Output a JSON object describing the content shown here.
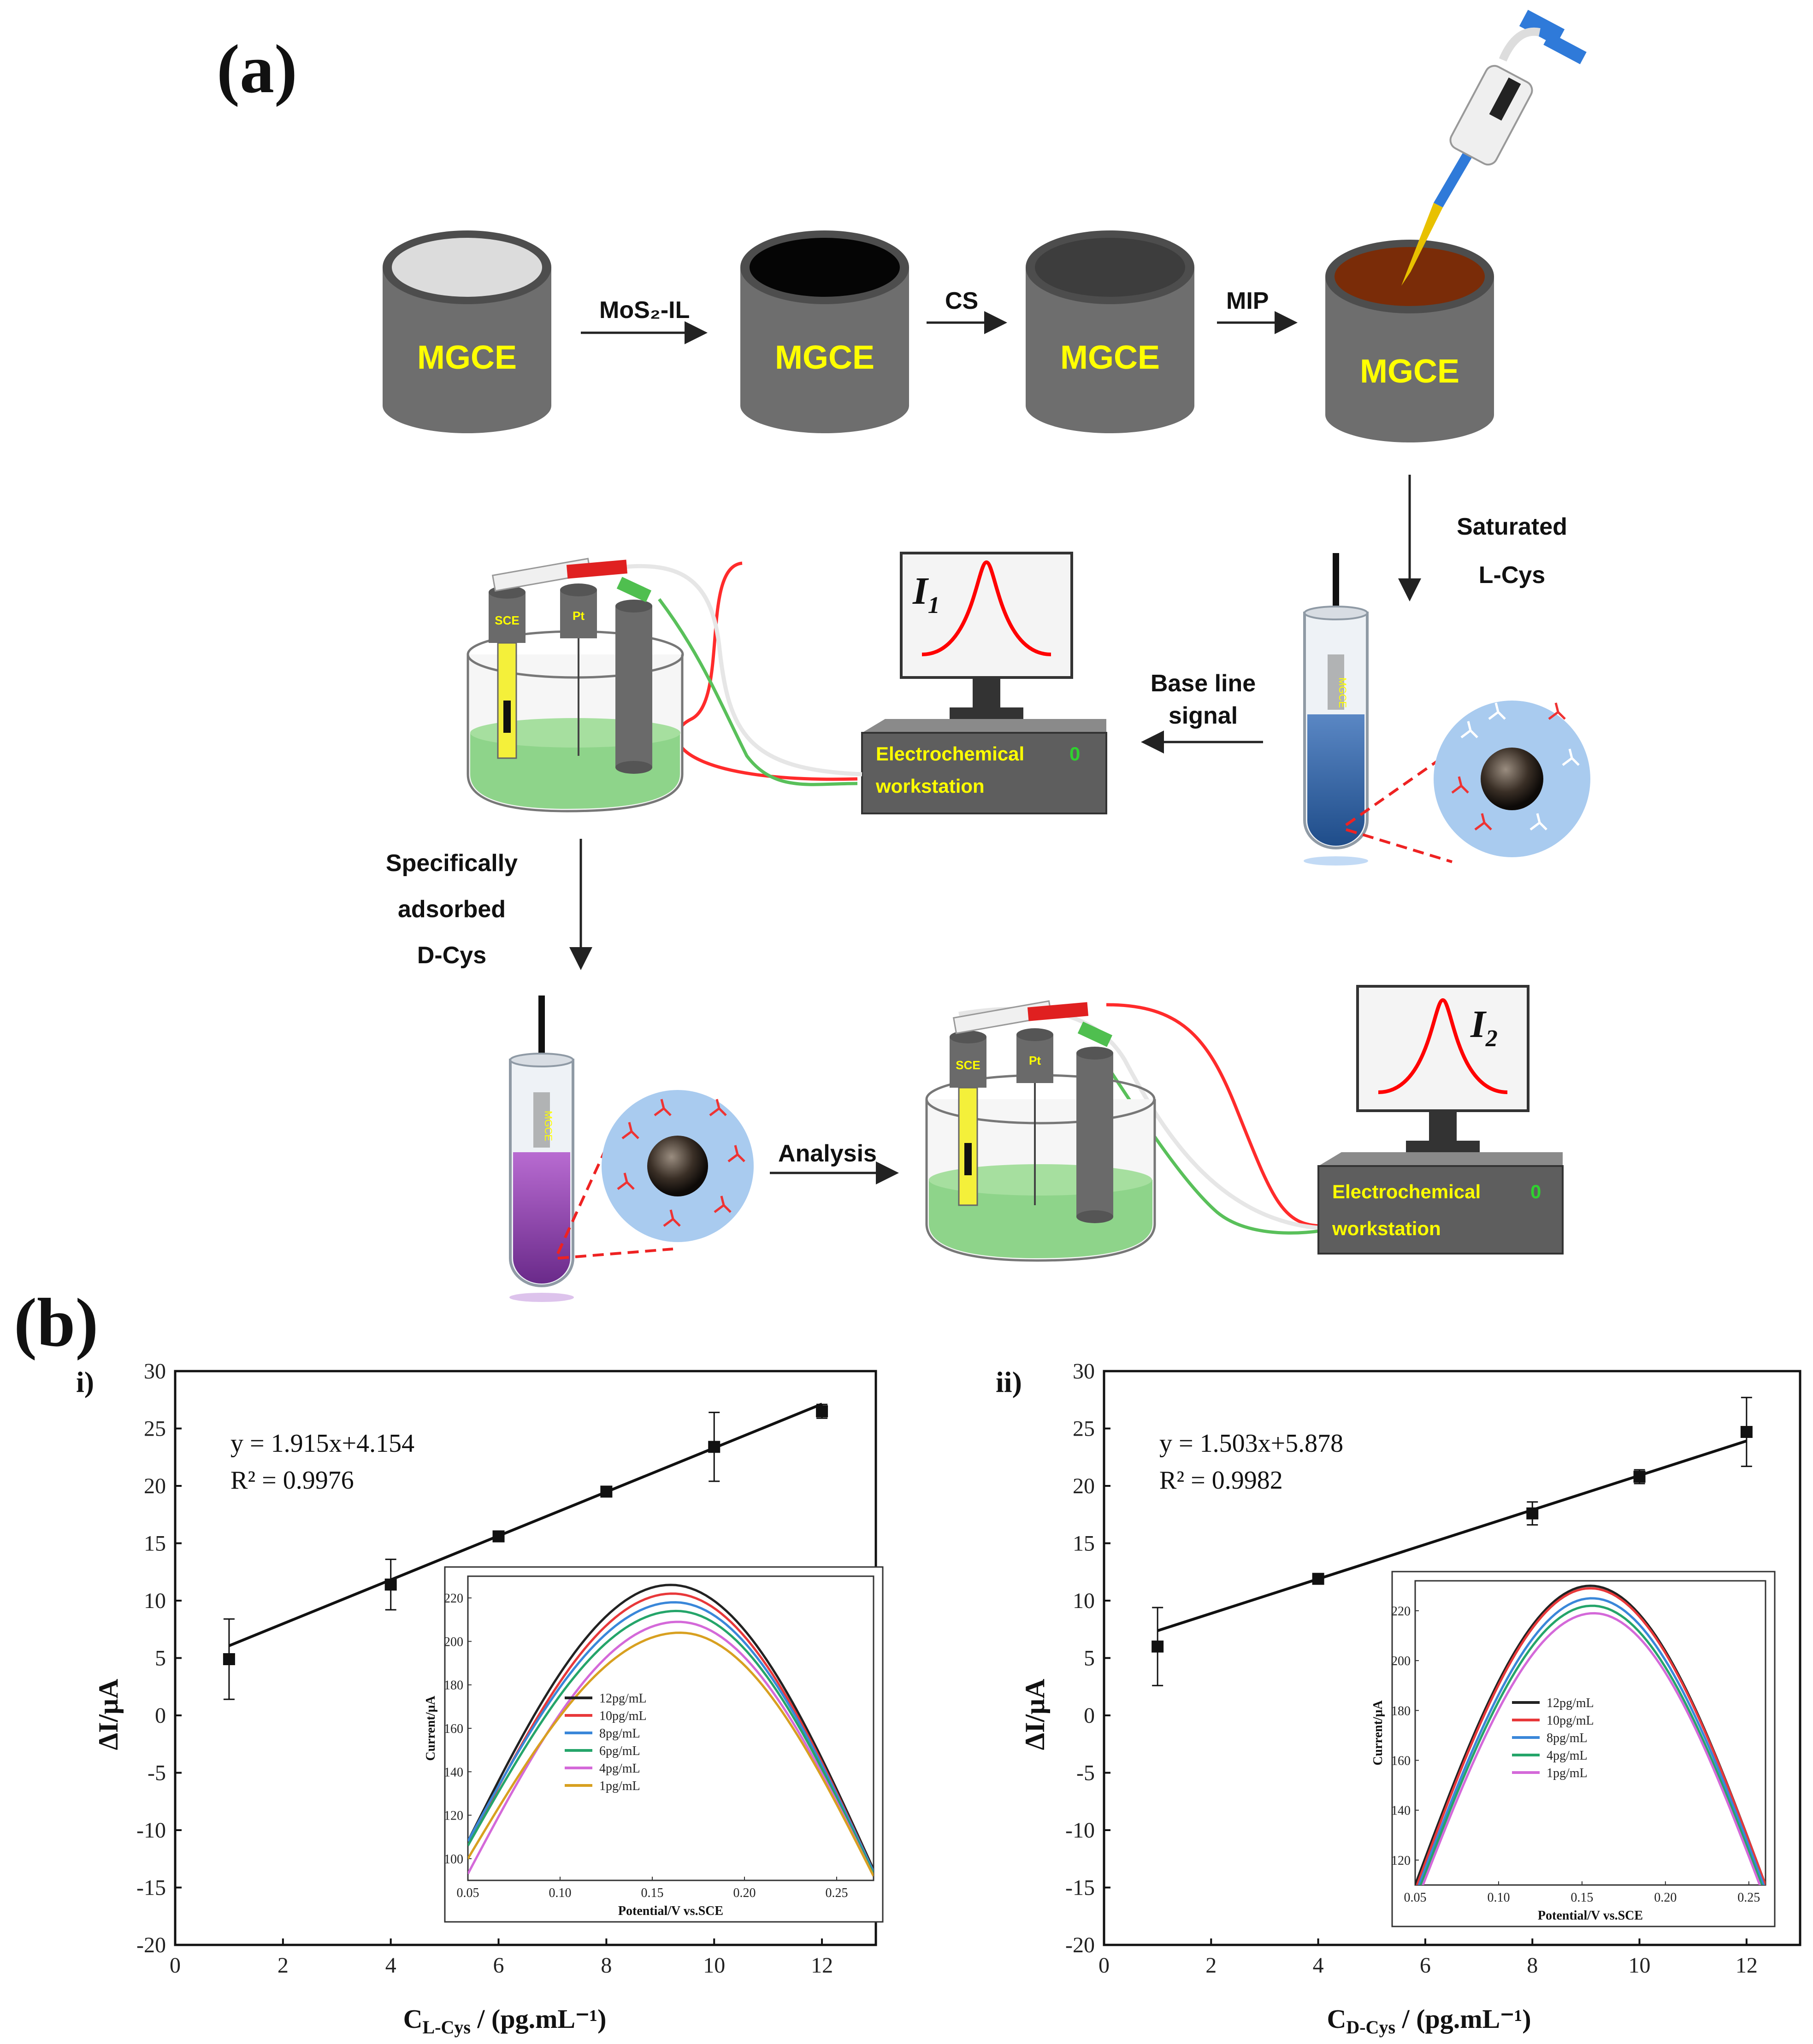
{
  "panel_a": {
    "label": "(a)",
    "electrode_label": "MGCE",
    "steps": [
      "MoS₂-IL",
      "CS",
      "MIP"
    ],
    "saturated": [
      "Saturated",
      "L-Cys"
    ],
    "baseline": [
      "Base line",
      "signal"
    ],
    "specific": [
      "Specifically",
      "adsorbed",
      "D-Cys"
    ],
    "analysis": "Analysis",
    "workstation": [
      "Electrochemical",
      "workstation"
    ],
    "workstation_indicator": "0",
    "signal_1": "I",
    "signal_1_sub": "1",
    "signal_2": "I",
    "signal_2_sub": "2",
    "cell_labels": [
      "SCE",
      "Pt",
      "MGCE"
    ],
    "colors": {
      "electrode_text": "#ffff00",
      "peak": "#ff0000",
      "liquid_green": "#8ed48a",
      "electrode_body": "#6e6e6e"
    }
  },
  "panel_b": {
    "label": "(b)",
    "left_tag": "i)",
    "right_tag": "ii)",
    "left_equation": "y = 1.915x+4.154",
    "left_r2": "R² = 0.9976",
    "right_equation": "y = 1.503x+5.878",
    "right_r2": "R² = 0.9982",
    "ylabel": "ΔI/μA",
    "left_xlabel": "C",
    "left_xlabel_sub": "L-Cys",
    "left_xlabel_unit": " / (pg.mL⁻¹)",
    "right_xlabel": "C",
    "right_xlabel_sub": "D-Cys",
    "right_xlabel_unit": " / (pg.mL⁻¹)",
    "inset_ylabel": "Current/μA",
    "inset_xlabel": "Potential/V vs.SCE"
  },
  "chart_data": [
    {
      "type": "scatter",
      "title": "i)",
      "xlabel": "C L-Cys / (pg.mL-1)",
      "ylabel": "ΔI/μA",
      "xlim": [
        0,
        13
      ],
      "ylim": [
        -20,
        30
      ],
      "xticks": [
        0,
        2,
        4,
        6,
        8,
        10,
        12
      ],
      "yticks": [
        -20,
        -15,
        -10,
        -5,
        0,
        5,
        10,
        15,
        20,
        25,
        30
      ],
      "x": [
        1,
        4,
        6,
        8,
        10,
        12
      ],
      "y": [
        4.9,
        11.4,
        15.6,
        19.5,
        23.4,
        26.5
      ],
      "error": [
        3.5,
        2.2,
        0.4,
        0.3,
        3.0,
        0.6
      ],
      "fit": {
        "slope": 1.915,
        "intercept": 4.154,
        "equation": "y = 1.915x+4.154",
        "r2": "R² = 0.9976"
      }
    },
    {
      "type": "scatter",
      "title": "ii)",
      "xlabel": "C D-Cys / (pg.mL-1)",
      "ylabel": "ΔI/μA",
      "xlim": [
        0,
        13
      ],
      "ylim": [
        -20,
        30
      ],
      "xticks": [
        0,
        2,
        4,
        6,
        8,
        10,
        12
      ],
      "yticks": [
        -20,
        -15,
        -10,
        -5,
        0,
        5,
        10,
        15,
        20,
        25,
        30
      ],
      "x": [
        1,
        4,
        8,
        10,
        12
      ],
      "y": [
        6.0,
        11.9,
        17.6,
        20.8,
        24.7
      ],
      "error": [
        3.4,
        0.4,
        1.0,
        0.6,
        3.0
      ],
      "fit": {
        "slope": 1.503,
        "intercept": 5.878,
        "equation": "y = 1.503x+5.878",
        "r2": "R² = 0.9982"
      }
    },
    {
      "type": "line",
      "title": "",
      "xlabel": "Potential/V vs.SCE",
      "ylabel": "Current/μA",
      "xlim": [
        0.05,
        0.27
      ],
      "ylim": [
        90,
        230
      ],
      "xticks": [
        0.05,
        0.1,
        0.15,
        0.2,
        0.25
      ],
      "xtick_labels": [
        "0.05",
        "0.10",
        "0.15",
        "0.20",
        "0.25"
      ],
      "yticks": [
        100,
        120,
        140,
        160,
        180,
        200,
        220
      ],
      "legend_position": "center-left",
      "series": [
        {
          "name": "12pg/mL",
          "color": "#222222",
          "peak": 226,
          "peak_x": 0.16,
          "start": 108,
          "end": 95
        },
        {
          "name": "10pg/mL",
          "color": "#e8383a",
          "peak": 222,
          "peak_x": 0.161,
          "start": 106,
          "end": 94
        },
        {
          "name": "8pg/mL",
          "color": "#3a87d9",
          "peak": 218,
          "peak_x": 0.162,
          "start": 108,
          "end": 94
        },
        {
          "name": "6pg/mL",
          "color": "#25a56a",
          "peak": 214,
          "peak_x": 0.163,
          "start": 106,
          "end": 93
        },
        {
          "name": "4pg/mL",
          "color": "#d469d9",
          "peak": 209,
          "peak_x": 0.164,
          "start": 93,
          "end": 92
        },
        {
          "name": "1pg/mL",
          "color": "#d8a020",
          "peak": 204,
          "peak_x": 0.165,
          "start": 100,
          "end": 92
        }
      ]
    },
    {
      "type": "line",
      "title": "",
      "xlabel": "Potential/V vs.SCE",
      "ylabel": "Current/μA",
      "xlim": [
        0.05,
        0.26
      ],
      "ylim": [
        110,
        232
      ],
      "xticks": [
        0.05,
        0.1,
        0.15,
        0.2,
        0.25
      ],
      "xtick_labels": [
        "0.05",
        "0.10",
        "0.15",
        "0.20",
        "0.25"
      ],
      "yticks": [
        120,
        140,
        160,
        180,
        200,
        220
      ],
      "legend_position": "center-left",
      "series": [
        {
          "name": "12pg/mL",
          "color": "#222222",
          "peak": 230,
          "peak_x": 0.155,
          "start": 110,
          "end": 110
        },
        {
          "name": "10pg/mL",
          "color": "#e8383a",
          "peak": 229,
          "peak_x": 0.155,
          "start": 108,
          "end": 110
        },
        {
          "name": "8pg/mL",
          "color": "#3a87d9",
          "peak": 225,
          "peak_x": 0.156,
          "start": 106,
          "end": 108
        },
        {
          "name": "4pg/mL",
          "color": "#25a56a",
          "peak": 222,
          "peak_x": 0.156,
          "start": 104,
          "end": 106
        },
        {
          "name": "1pg/mL",
          "color": "#d469d9",
          "peak": 219,
          "peak_x": 0.157,
          "start": 102,
          "end": 104
        }
      ]
    }
  ]
}
